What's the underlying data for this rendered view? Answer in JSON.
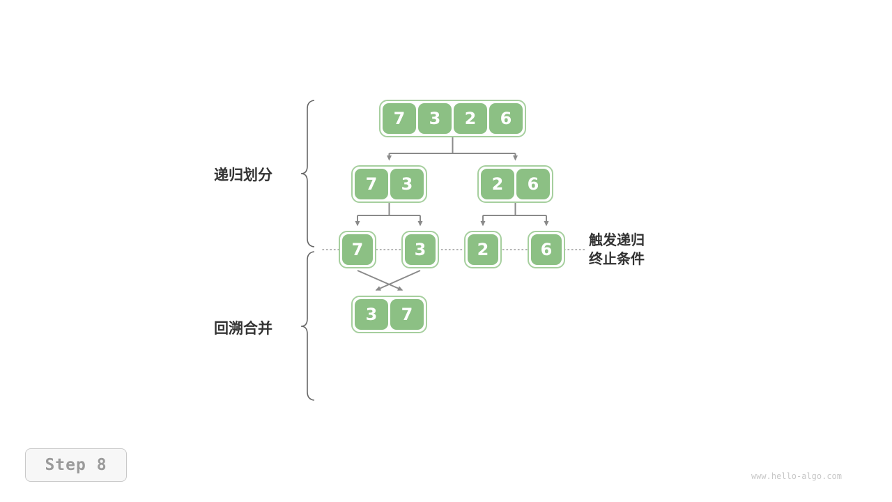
{
  "diagram": {
    "nodes": {
      "root": {
        "values": [
          "7",
          "3",
          "2",
          "6"
        ]
      },
      "left": {
        "values": [
          "7",
          "3"
        ]
      },
      "right": {
        "values": [
          "2",
          "6"
        ]
      },
      "leaf_7": {
        "values": [
          "7"
        ]
      },
      "leaf_3": {
        "values": [
          "3"
        ]
      },
      "leaf_2": {
        "values": [
          "2"
        ]
      },
      "leaf_6": {
        "values": [
          "6"
        ]
      },
      "merged": {
        "values": [
          "3",
          "7"
        ]
      }
    },
    "labels": {
      "divide_phase": "递归划分",
      "merge_phase": "回溯合并",
      "termination_line1": "触发递归",
      "termination_line2": "终止条件"
    }
  },
  "step_badge": {
    "label": "Step 8"
  },
  "watermark": "www.hello-algo.com",
  "colors": {
    "cell_fill": "#8cc084",
    "cell_border": "#a6cf9e",
    "arrow": "#8a8a8a",
    "label_text": "#333333",
    "badge_text": "#9a9a9a"
  }
}
